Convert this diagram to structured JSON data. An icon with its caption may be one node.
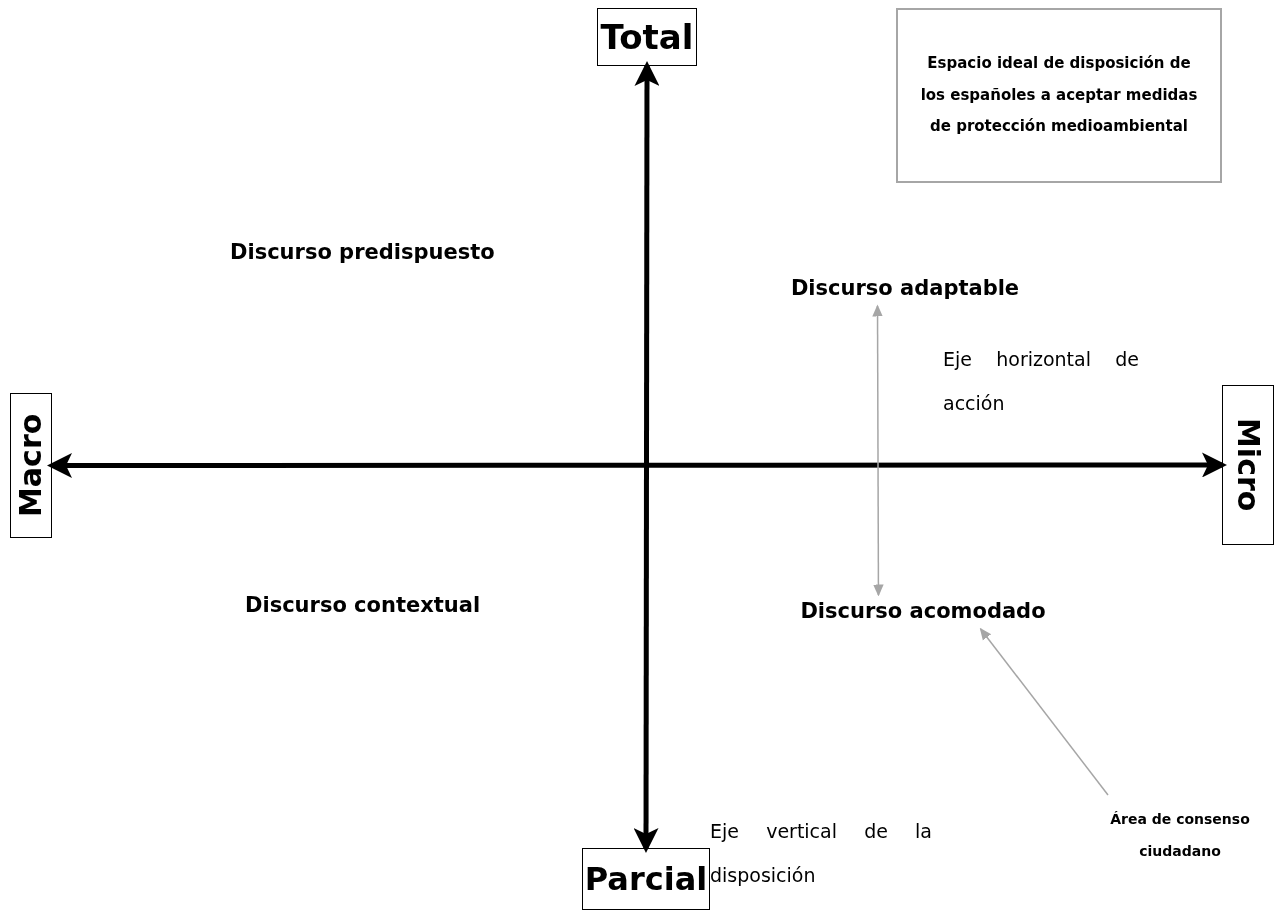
{
  "diagram": {
    "nodes": [
      {
        "text": [
          "Total"
        ]
      },
      {
        "text": [
          "Espacio ideal de disposición de los españoles a aceptar medidas de protección medioambiental"
        ]
      },
      {
        "text": [
          "Discurso adaptable"
        ]
      },
      {
        "text": [
          "Macro"
        ]
      },
      {
        "text": [
          "Micro"
        ]
      },
      {
        "text": [
          "Discurso acomodado"
        ]
      },
      {
        "text": [
          "Área de consenso ciudadano"
        ]
      },
      {
        "text": [
          "Parcial"
        ]
      }
    ],
    "edges": [
      {
        "from": 0,
        "to": 7,
        "arrow": "both",
        "style": "thick"
      },
      {
        "from": 3,
        "to": 4,
        "arrow": "both",
        "style": "thick"
      },
      {
        "from": 2,
        "to": 5,
        "arrow": "both",
        "color": "#a6a6a6"
      },
      {
        "from": 6,
        "to": 5,
        "arrow": "to",
        "color": "#a6a6a6"
      }
    ],
    "labels": [
      "Discurso predispuesto",
      "Eje horizontal de acción",
      "Discurso contextual",
      "Eje vertical de la disposición"
    ]
  }
}
